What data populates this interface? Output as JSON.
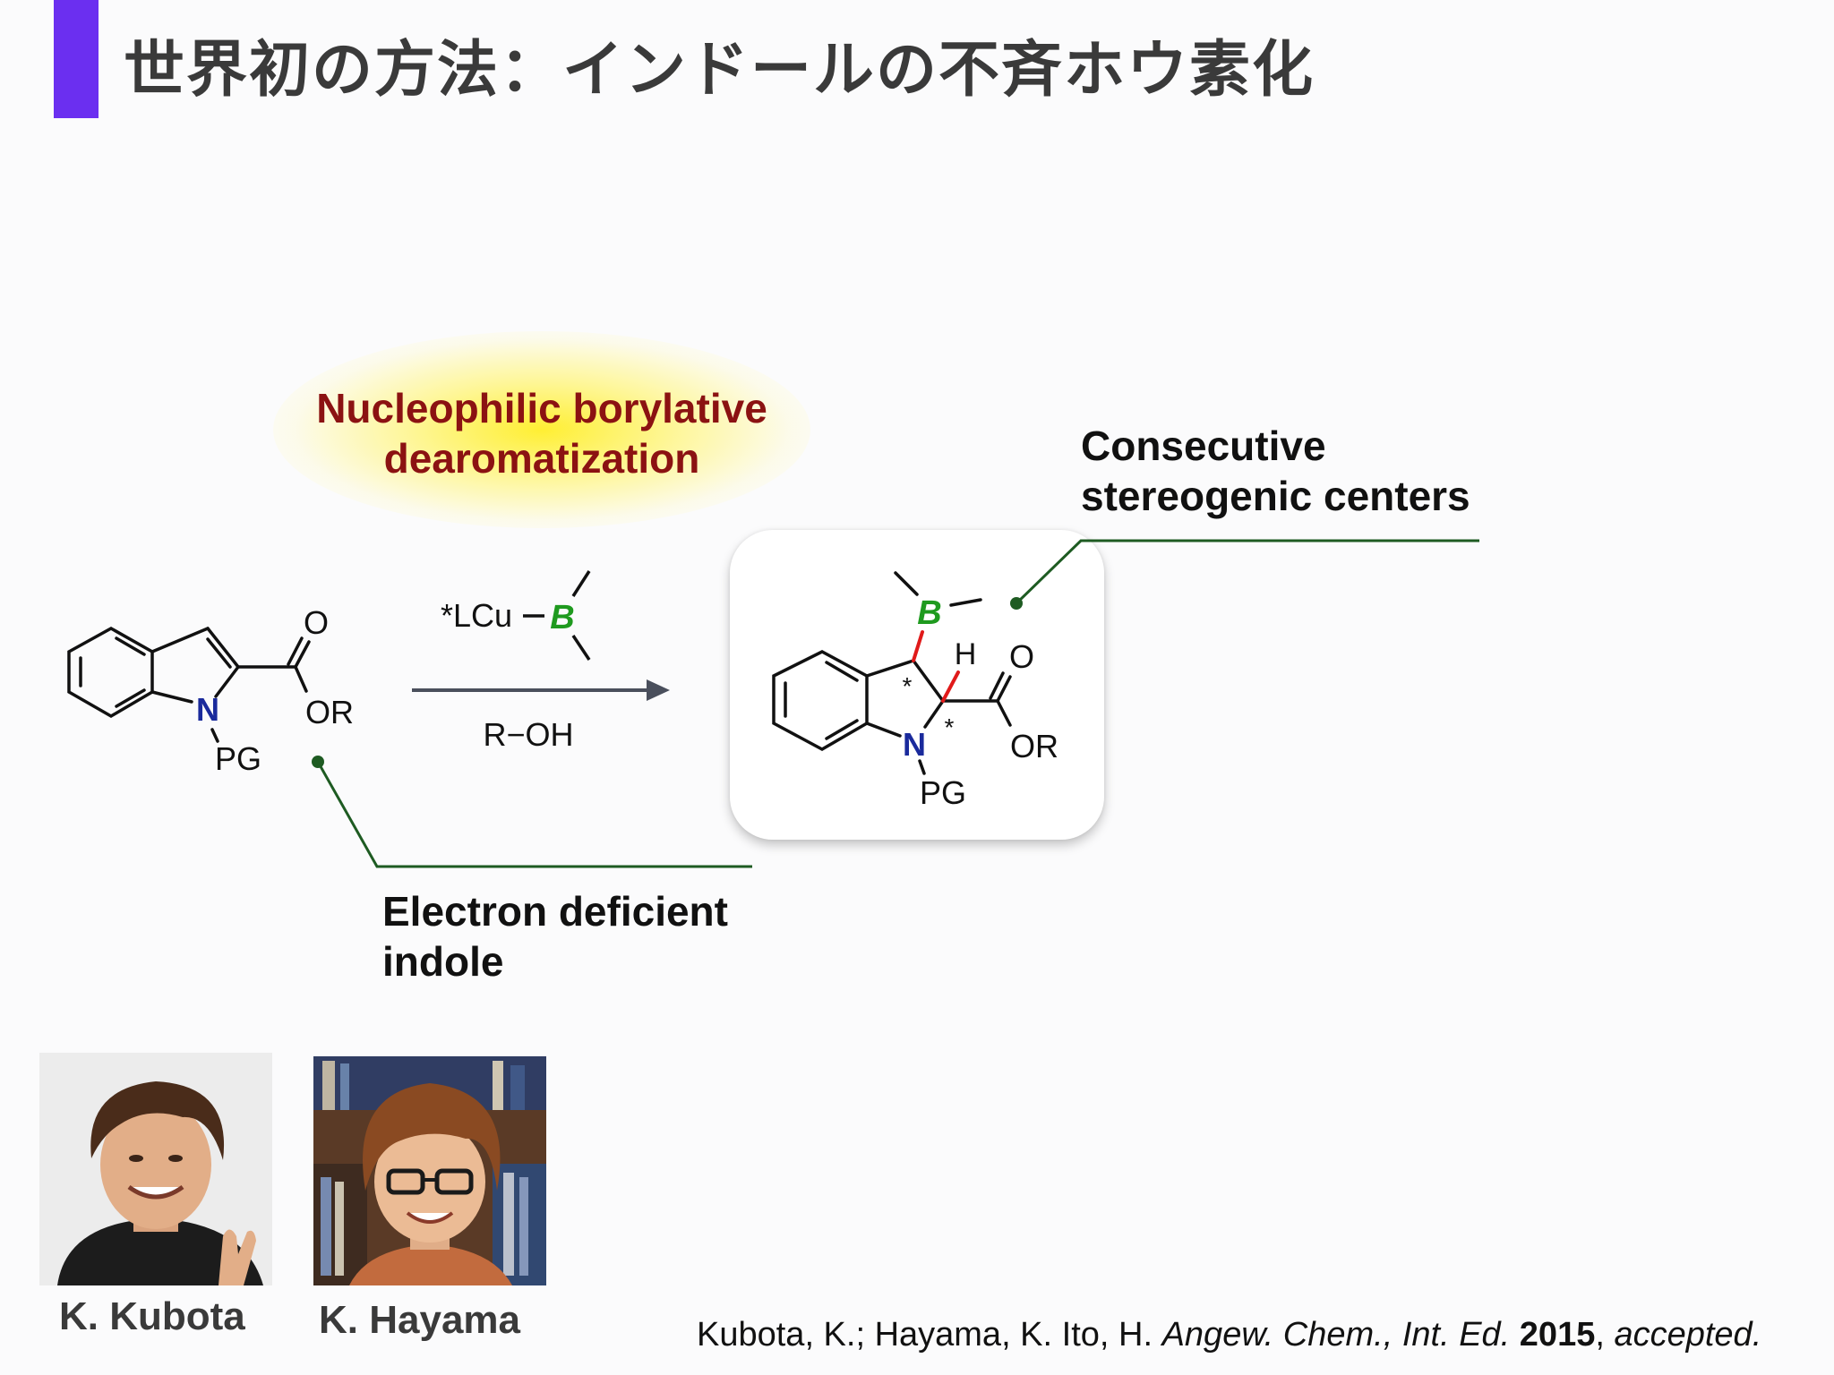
{
  "slide": {
    "title": "世界初の方法：インドールの不斉ホウ素化",
    "accent_color": "#6b2ff0"
  },
  "highlight": {
    "line1": "Nucleophilic borylative",
    "line2": "dearomatization",
    "color": "#8b1212"
  },
  "callouts": {
    "consecutive_line1": "Consecutive",
    "consecutive_line2": "stereogenic centers",
    "electron_line1": "Electron deficient",
    "electron_line2": "indole",
    "leader_color": "#1e5b22"
  },
  "scheme": {
    "reagent_above": "*LCu",
    "boron": "B",
    "reagent_below": "R−OH",
    "start_material": {
      "atom_N": "N",
      "carbonyl_O": "O",
      "ester_OR": "OR",
      "protecting_group": "PG"
    },
    "product": {
      "boron": "B",
      "hydrogen": "H",
      "stereo_mark_1": "*",
      "stereo_mark_2": "*",
      "atom_N": "N",
      "carbonyl_O": "O",
      "ester_OR": "OR",
      "protecting_group": "PG"
    },
    "colors": {
      "nitrogen": "#1a2a9c",
      "boron": "#1f9a1f",
      "new_bond": "#e01a1a",
      "arrow": "#4a4f5c"
    }
  },
  "people": [
    {
      "name": "K. Kubota",
      "photo": "portrait-photo"
    },
    {
      "name": "K. Hayama",
      "photo": "portrait-photo"
    }
  ],
  "citation": {
    "authors": "Kubota, K.; Hayama, K. Ito, H. ",
    "journal": "Angew. Chem., Int. Ed.",
    "year": "2015",
    "status": "accepted."
  }
}
